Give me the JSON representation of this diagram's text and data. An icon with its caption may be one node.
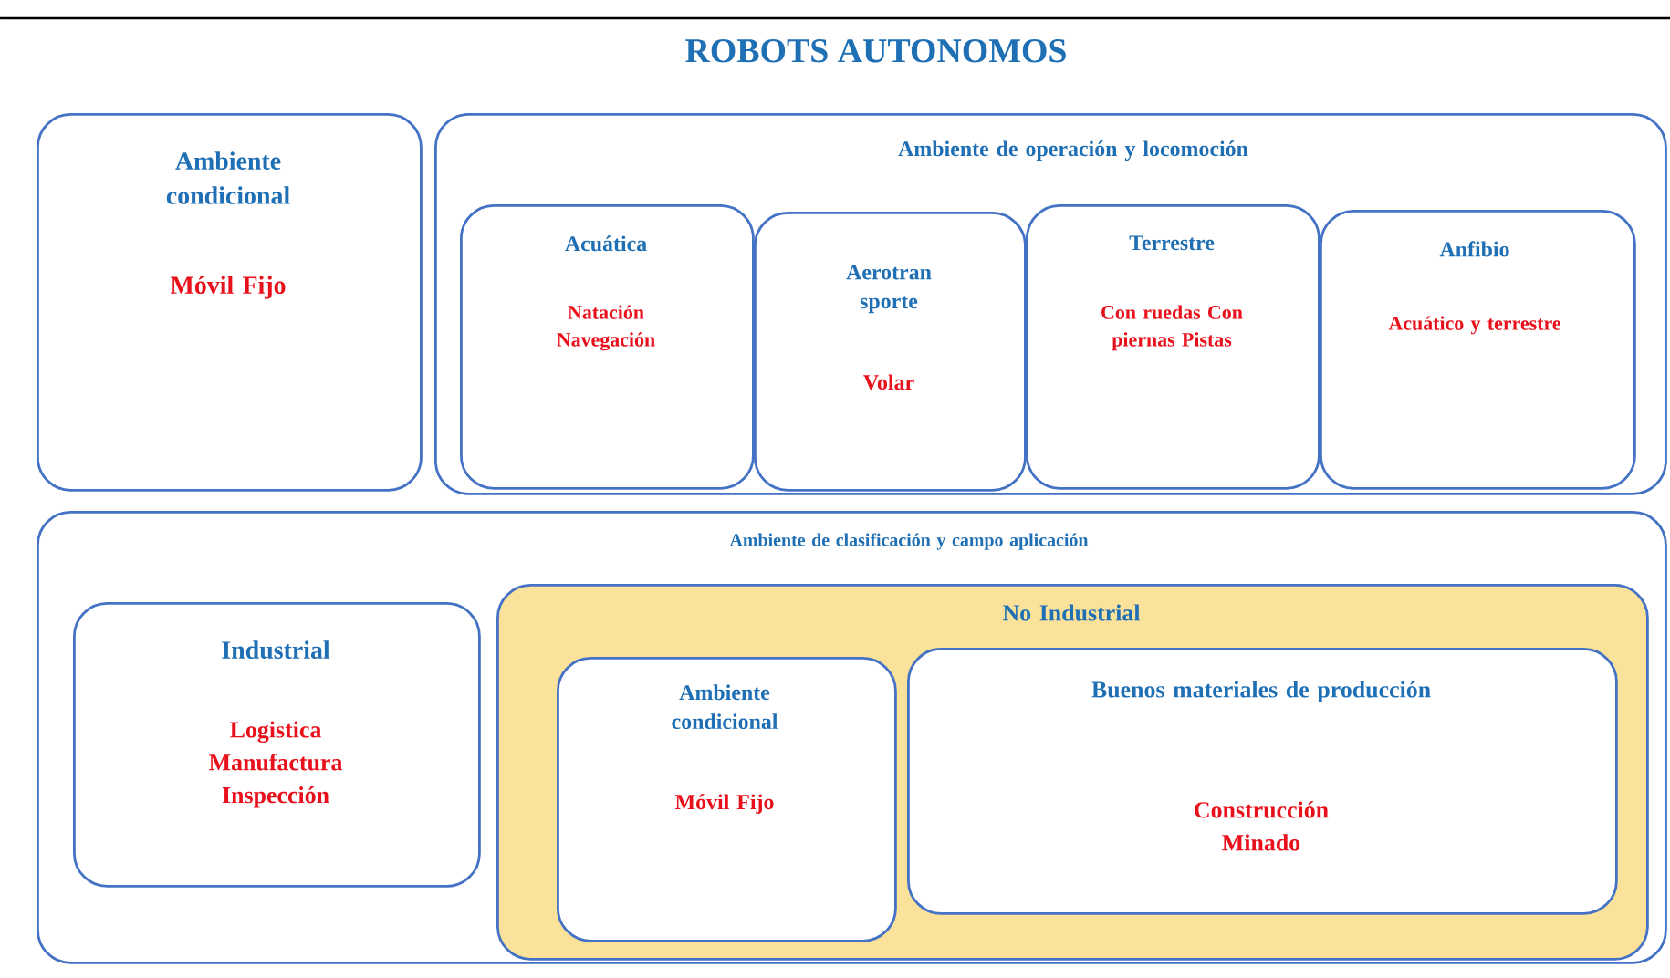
{
  "diagram": {
    "title": "ROBOTS AUTONOMOS",
    "nodes": [
      {
        "text": [
          "Ambiente condicional",
          "Móvil Fijo"
        ]
      },
      {
        "text": [
          "Ambiente de operación y locomoción"
        ]
      },
      {
        "text": [
          "Acuática",
          "Natación Navegación"
        ],
        "in": 1
      },
      {
        "text": [
          "Aerotran sporte",
          "Volar"
        ],
        "in": 1
      },
      {
        "text": [
          "Terrestre",
          "Con ruedas Con piernas Pistas"
        ],
        "in": 1
      },
      {
        "text": [
          "Anfibio",
          "Acuático y terrestre"
        ],
        "in": 1
      },
      {
        "text": [
          "Ambiente de clasificación y campo aplicación"
        ]
      },
      {
        "text": [
          "Industrial",
          "Logistica Manufactura Inspección"
        ],
        "in": 6
      },
      {
        "text": [
          "No Industrial"
        ],
        "in": 6
      },
      {
        "text": [
          "Ambiente condicional",
          "Móvil Fijo"
        ],
        "in": 8
      },
      {
        "text": [
          "Buenos materiales de producción",
          "Construcción Minado"
        ],
        "in": 8
      }
    ]
  }
}
